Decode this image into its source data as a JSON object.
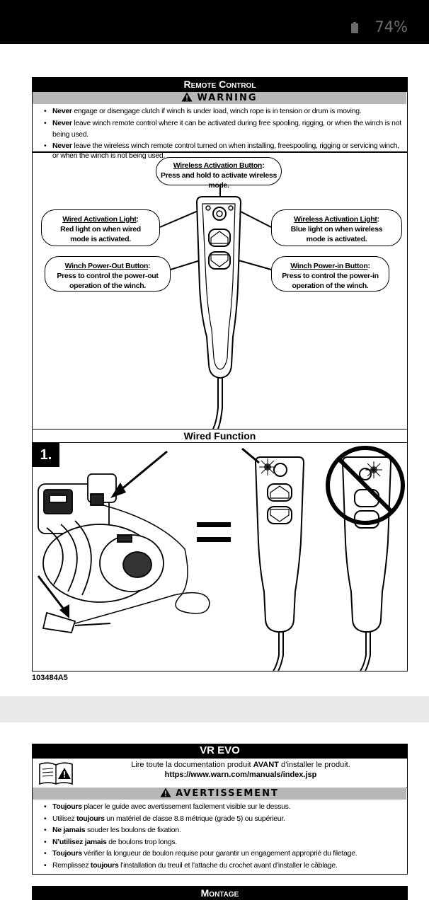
{
  "status_bar": {
    "battery": "74%"
  },
  "page1": {
    "title": "Remote Control",
    "warning_title": "WARNING",
    "warnings": [
      {
        "bold": "Never",
        "text": " engage or disengage clutch if winch is under load, winch rope is in tension or drum is moving."
      },
      {
        "bold": "Never",
        "text": " leave winch remote control where it can be activated during free spooling, rigging, or when the winch is not being used."
      },
      {
        "bold": "Never",
        "text": " leave the wireless winch remote control turned on when installing, freespooling, rigging or servicing winch, or when the winch is not being used."
      }
    ],
    "callouts": {
      "wireless_btn": {
        "title": "Wireless Activation Button",
        "desc": "Press and hold to activate wireless mode."
      },
      "wired_light": {
        "title": "Wired Activation Light",
        "desc": "Red light on when wired mode is activated."
      },
      "wireless_light": {
        "title": "Wireless Activation Light",
        "desc": "Blue light on when wireless mode is activated."
      },
      "power_out": {
        "title": "Winch Power-Out Button",
        "desc": "Press to control the power-out operation of the winch."
      },
      "power_in": {
        "title": "Winch Power-in Button",
        "desc": "Press to control the power-in operation of the winch."
      }
    },
    "wired_title": "Wired Function",
    "step": "1.",
    "part_number": "103484A5"
  },
  "page2": {
    "title": "VR EVO",
    "read_pre": "Lire toute la documentation produit ",
    "read_bold": "AVANT",
    "read_post": " d’installer le produit.",
    "url": "https://www.warn.com/manuals/index.jsp",
    "warning_title": "AVERTISSEMENT",
    "warnings": [
      {
        "bold": "Toujours",
        "text": " placer le guide avec avertissement facilement visible sur le dessus."
      },
      {
        "pre": "Utilisez ",
        "bold": "toujours",
        "text": " un matériel de classe 8.8 métrique (grade 5) ou supérieur."
      },
      {
        "bold": "Ne jamais",
        "text": " souder les boulons de fixation."
      },
      {
        "bold": "N’utilisez jamais",
        "text": " de boulons trop longs."
      },
      {
        "bold": "Toujours",
        "text": " vérifier la longueur de boulon requise pour garantir un engagement approprié du filetage."
      },
      {
        "pre": "Remplissez ",
        "bold": "toujours",
        "text": " l’installation du treuil et l’attache du crochet avant d’installer le câblage."
      }
    ],
    "section": "Montage"
  }
}
